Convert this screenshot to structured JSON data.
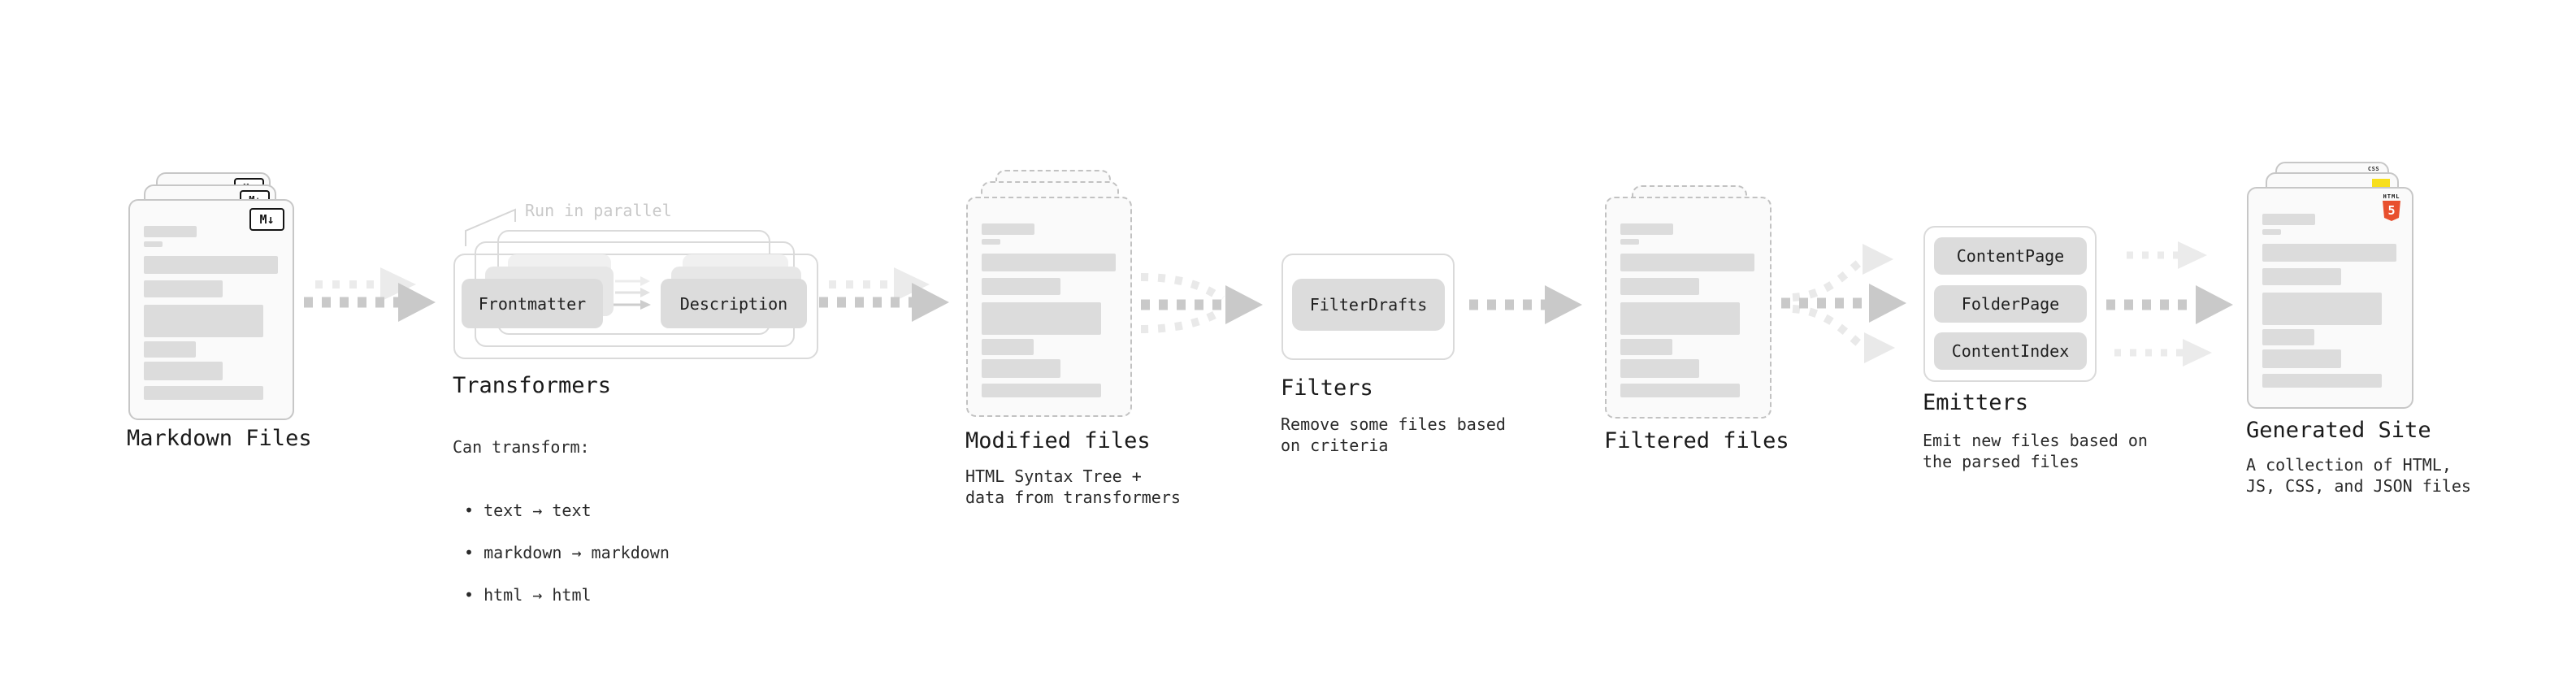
{
  "colors": {
    "page_bg": "#ffffff",
    "card_bg": "#fafafa",
    "card_border": "#c7c7c7",
    "dashed_border": "#c2c2c2",
    "container_border": "#dadada",
    "bar": "#dcdcdc",
    "box_bg": "#dcdcdc",
    "ghost1": "#e7e7e7",
    "ghost2": "#f0f0f0",
    "arrow_dark": "#c9c9c9",
    "arrow_light": "#ebebeb",
    "curve": "#e9e9e9",
    "mini1": "#ececec",
    "mini2": "#e2e2e2",
    "mini3": "#cdcdcd",
    "leader": "#d6d6d6",
    "annotation": "#c9c9c9",
    "heading": "#1a1a1a",
    "body": "#2a2a2a",
    "md_icon": "#141414",
    "html5_orange": "#e8502e",
    "js_yellow": "#f7df1e",
    "css_blue": "#2b6bf3",
    "css_text": "#2d2d2d"
  },
  "stages": {
    "markdown_files": {
      "title": "Markdown Files",
      "icon_label": "M↓"
    },
    "transformers": {
      "title": "Transformers",
      "annotation": "Run in parallel",
      "box1": "Frontmatter",
      "box2": "Description",
      "desc_heading": "Can transform:",
      "bullets": [
        "• text → text",
        "• markdown → markdown",
        "• html → html"
      ]
    },
    "modified_files": {
      "title": "Modified files",
      "description": "HTML Syntax Tree +\ndata from transformers"
    },
    "filters": {
      "title": "Filters",
      "box1": "FilterDrafts",
      "description": "Remove some files based\non criteria"
    },
    "filtered_files": {
      "title": "Filtered files"
    },
    "emitters": {
      "title": "Emitters",
      "box1": "ContentPage",
      "box2": "FolderPage",
      "box3": "ContentIndex",
      "description": "Emit new files based on\nthe parsed files"
    },
    "generated_site": {
      "title": "Generated Site",
      "description": "A collection of HTML,\nJS, CSS, and JSON files",
      "badge_html_top": "HTML",
      "badge_html_number": "5",
      "badge_css": "CSS"
    }
  },
  "file_card_bars": [
    {
      "w": 65,
      "h": 14,
      "t": 31
    },
    {
      "w": 23,
      "h": 7,
      "t": 50
    },
    {
      "w": 165,
      "h": 22,
      "t": 68
    },
    {
      "w": 97,
      "h": 21,
      "t": 98
    },
    {
      "w": 147,
      "h": 40,
      "t": 128
    },
    {
      "w": 64,
      "h": 20,
      "t": 173
    },
    {
      "w": 97,
      "h": 23,
      "t": 198
    },
    {
      "w": 147,
      "h": 17,
      "t": 228
    }
  ]
}
